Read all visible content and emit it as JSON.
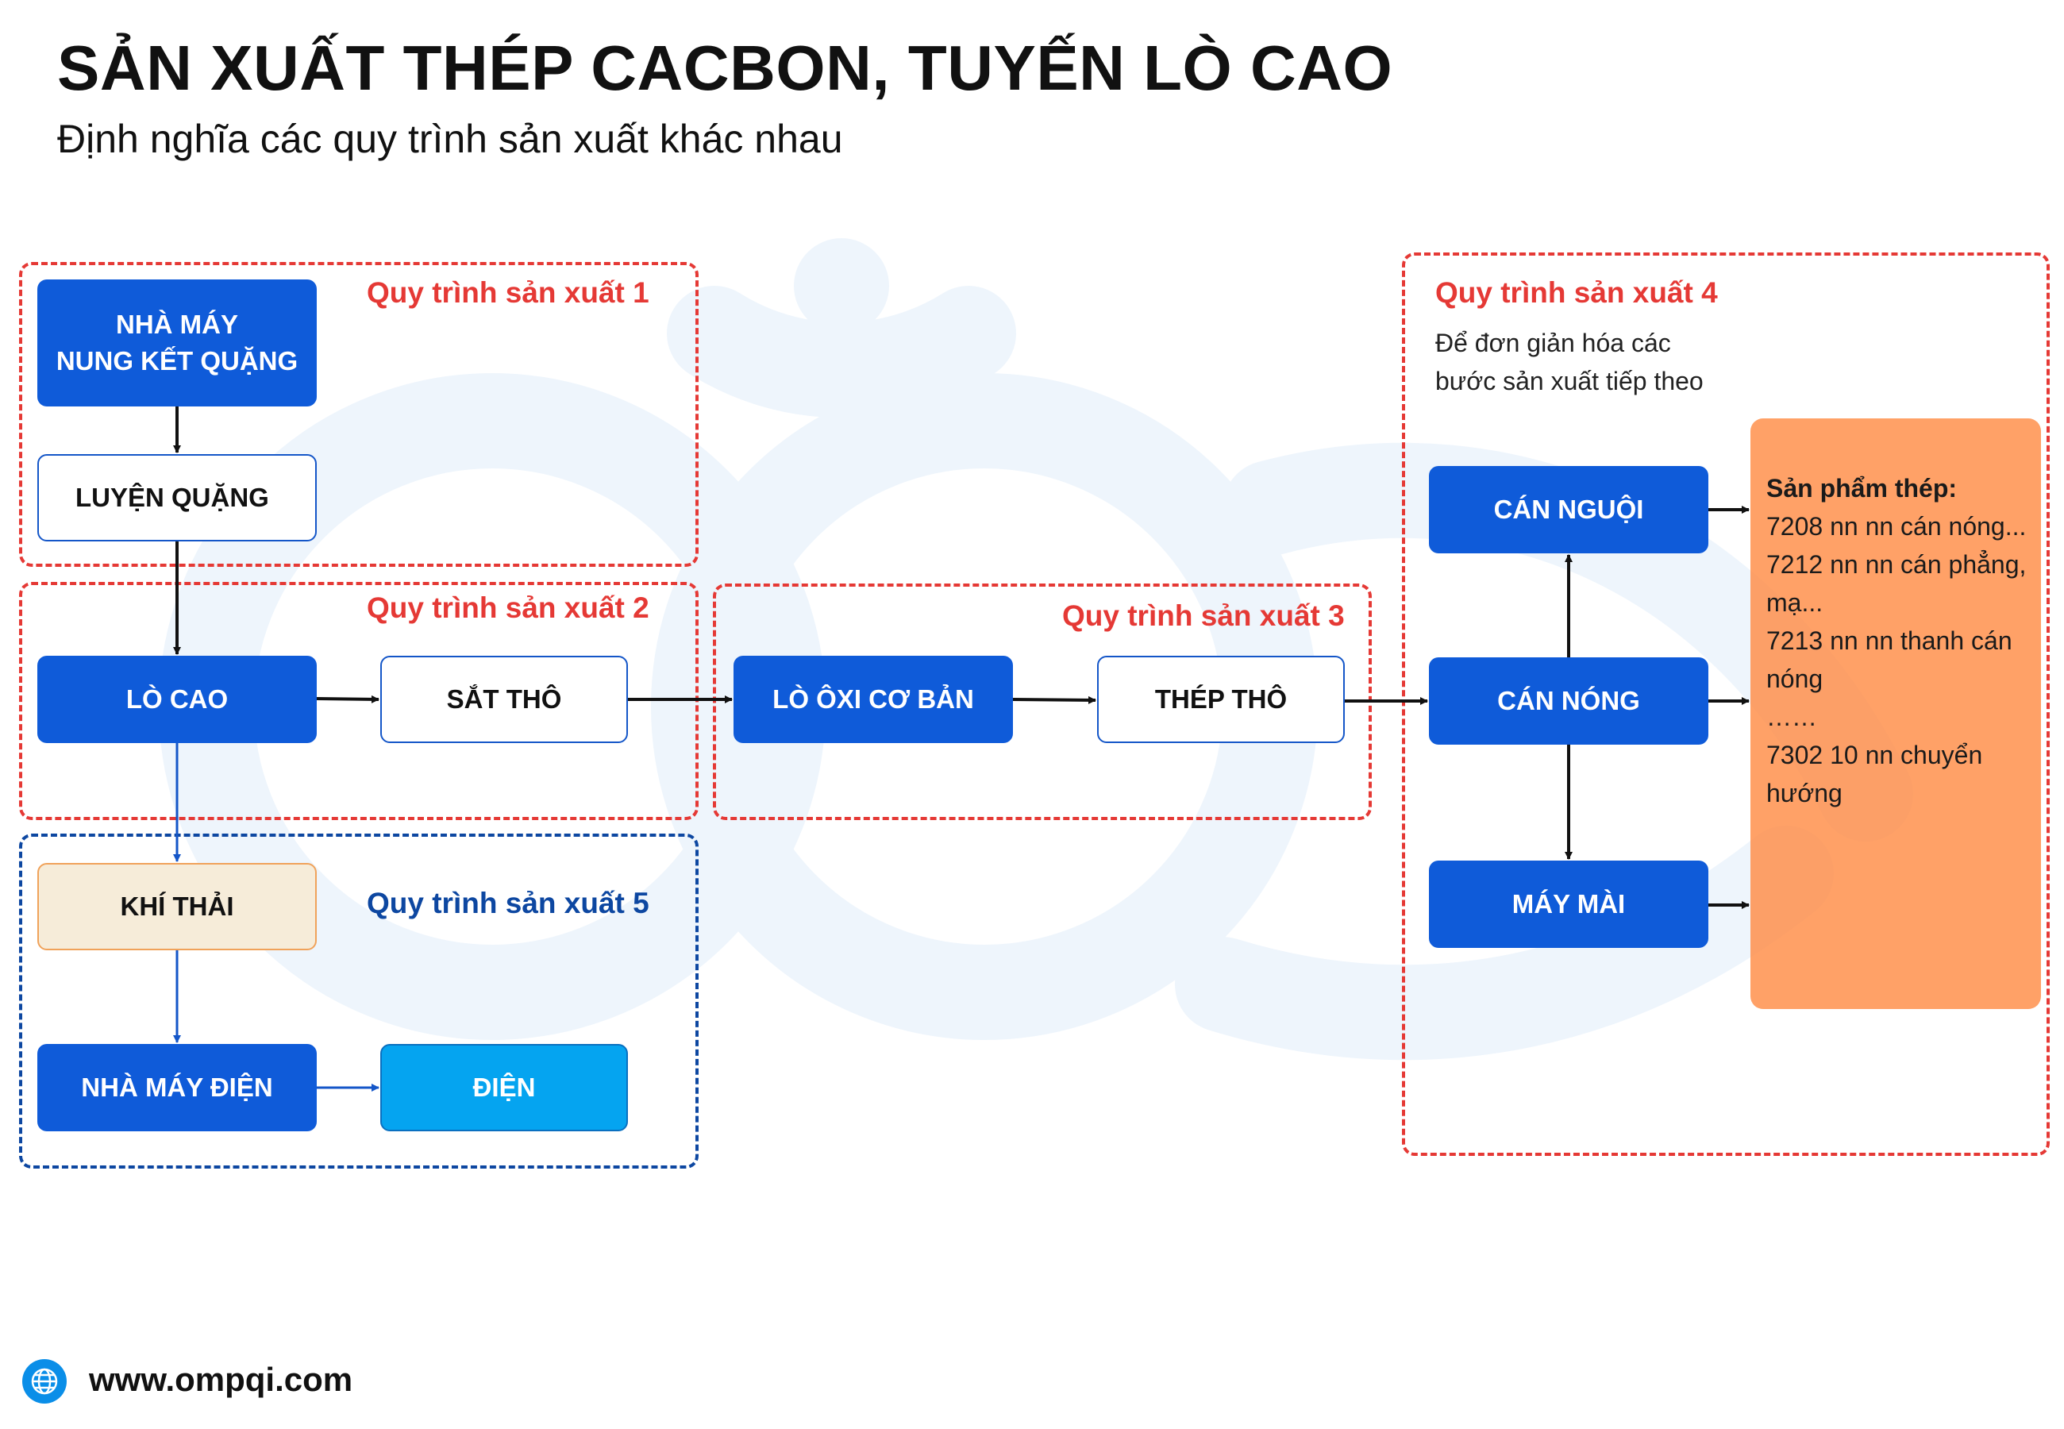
{
  "header": {
    "title": "SẢN XUẤT THÉP CACBON, TUYẾN LÒ CAO",
    "subtitle": "Định nghĩa các quy trình sản xuất khác nhau"
  },
  "groups": [
    {
      "label": "Quy trình sản xuất 1",
      "color": "#e53935"
    },
    {
      "label": "Quy trình sản xuất 2",
      "color": "#e53935"
    },
    {
      "label": "Quy trình sản xuất 3",
      "color": "#e53935"
    },
    {
      "label": "Quy trình sản xuất 4",
      "color": "#e53935",
      "note_line1": "Để đơn giản hóa các",
      "note_line2": "bước sản xuất tiếp theo"
    },
    {
      "label": "Quy trình sản xuất 5",
      "color": "#0d47a1"
    }
  ],
  "nodes": {
    "sinter_plant_line1": "NHÀ MÁY",
    "sinter_plant_line2": "NUNG KẾT QUẶNG",
    "ore_smelting": "LUYỆN QUẶNG",
    "blast_furnace": "LÒ CAO",
    "pig_iron": "SẮT THÔ",
    "basic_oxygen_furnace": "LÒ ÔXI CƠ BẢN",
    "crude_steel": "THÉP THÔ",
    "cold_rolling": "CÁN NGUỘI",
    "hot_rolling": "CÁN NÓNG",
    "grinding_machine": "MÁY MÀI",
    "exhaust_gas": "KHÍ THẢI",
    "power_plant": "NHÀ MÁY ĐIỆN",
    "electricity": "ĐIỆN"
  },
  "products": {
    "title": "Sản phẩm thép:",
    "items": [
      "7208 nn nn cán nóng...",
      "7212 nn nn cán phẳng,",
      "mạ...",
      "7213 nn nn thanh cán",
      "nóng",
      "……",
      "7302 10 nn chuyển",
      "hướng"
    ]
  },
  "footer": {
    "website": "www.ompqi.com",
    "icon": "globe-icon"
  },
  "colors": {
    "primary_node": "#0f5bd9",
    "group_red": "#e53935",
    "group_blue": "#0d47a1",
    "products_bg": "#ff8c46",
    "exhaust_bg": "#f6ecd9",
    "electricity_bg": "#05a4f0"
  }
}
